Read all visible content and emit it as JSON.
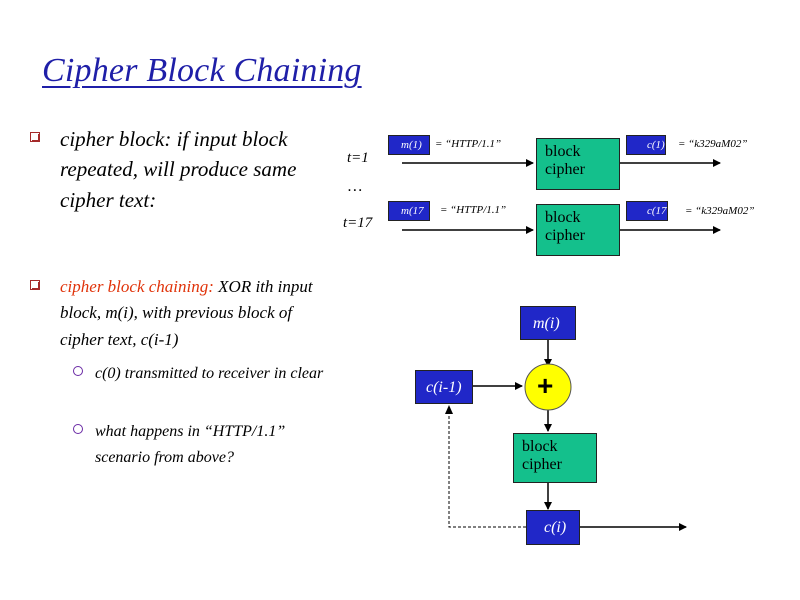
{
  "title": "Cipher Block Chaining",
  "bullets": {
    "b1": "cipher block: if input block repeated, will produce same cipher text:",
    "b2_red": "cipher block chaining:",
    "b2_rest": " XOR ith input block, m(i), with previous block of cipher text, c(i-1)",
    "sub1": "c(0) transmitted to receiver in clear",
    "sub2": "what happens in “HTTP/1.1” scenario from above?"
  },
  "top_diagram": {
    "t1": "t=1",
    "dots": "…",
    "t17": "t=17",
    "row1": {
      "in_box": "m(1)",
      "in_val": "= “HTTP/1.1”",
      "cipher": "block cipher",
      "out_box": "c(1)",
      "out_val": "= “k329aM02”"
    },
    "row2": {
      "in_box": "m(17",
      "in_val": "= “HTTP/1.1”",
      "cipher": "block cipher",
      "out_box": "c(17",
      "out_val": "= “k329aM02”"
    }
  },
  "cbc_diagram": {
    "mi": "m(i)",
    "prev": "c(i-1)",
    "xor": "+",
    "cipher": "block cipher",
    "ci": "c(i)"
  },
  "colors": {
    "title": "#1f1fa8",
    "red_text": "#e0330a",
    "blue_box": "#2027c8",
    "green_box": "#14c08c",
    "xor_fill": "#ffff00"
  }
}
